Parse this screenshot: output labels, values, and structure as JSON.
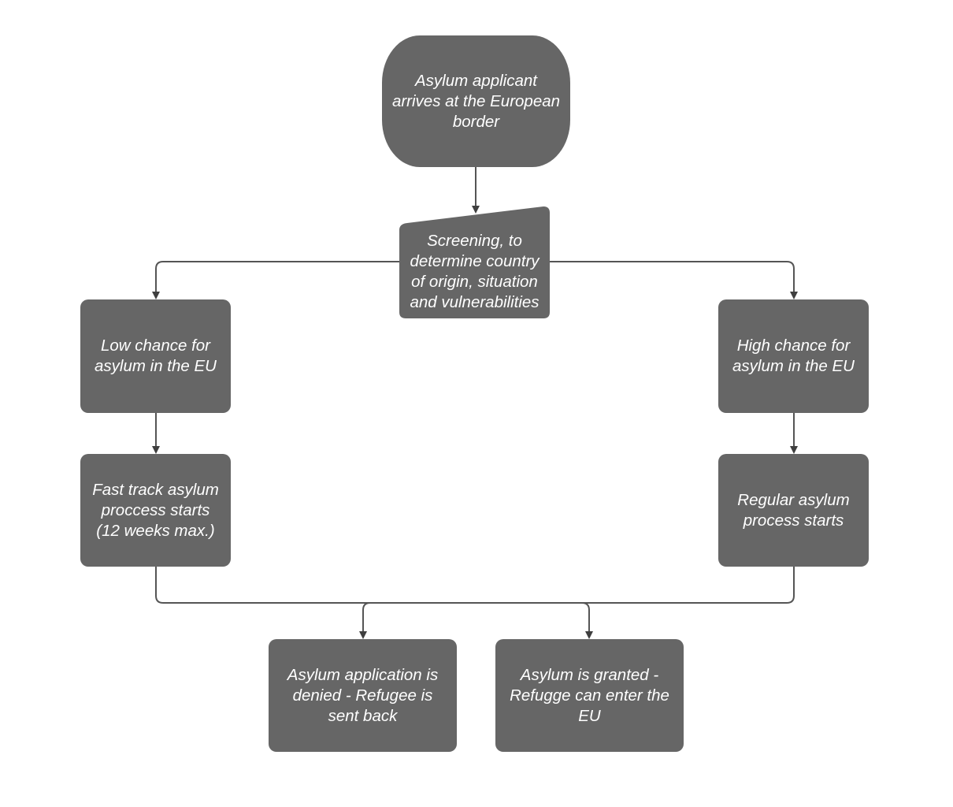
{
  "diagram": {
    "nodes": {
      "start": "Asylum applicant\narrives at the European\nborder",
      "screening": "Screening, to\ndetermine country\nof origin, situation\nand vulnerabilities",
      "low_chance": "Low chance for\nasylum in the EU",
      "high_chance": "High chance for\nasylum in the EU",
      "fast_track": "Fast track asylum\nproccess starts\n(12 weeks max.)",
      "regular": "Regular asylum\nprocess starts",
      "denied": "Asylum application is\ndenied - Refugee is\nsent back",
      "granted": "Asylum is granted -\nRefugge can enter the\nEU"
    },
    "edges": [
      {
        "from": "start",
        "to": "screening"
      },
      {
        "from": "screening",
        "to": "low_chance"
      },
      {
        "from": "screening",
        "to": "high_chance"
      },
      {
        "from": "low_chance",
        "to": "fast_track"
      },
      {
        "from": "high_chance",
        "to": "regular"
      },
      {
        "from": "fast_track",
        "to": "denied"
      },
      {
        "from": "fast_track",
        "to": "granted"
      },
      {
        "from": "regular",
        "to": "denied"
      },
      {
        "from": "regular",
        "to": "granted"
      }
    ],
    "colors": {
      "node_fill": "#666666",
      "node_text": "#ffffff",
      "connector": "#555555"
    }
  }
}
